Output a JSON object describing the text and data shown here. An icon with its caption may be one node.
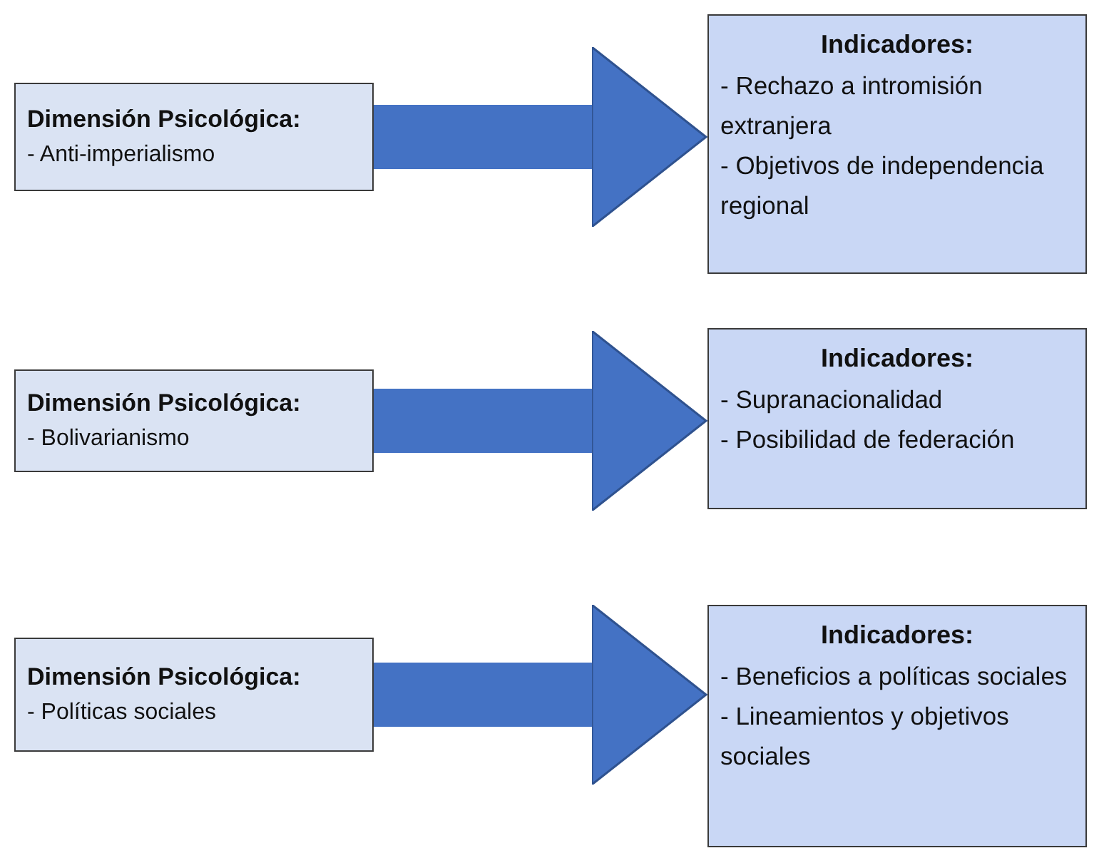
{
  "diagram": {
    "nodes": [
      {
        "text": [
          "Dimensión Psicológica:",
          "- Anti-imperialismo"
        ]
      },
      {
        "text": [
          "Indicadores:",
          "- Rechazo a intromisión extranjera",
          "- Objetivos de independencia regional"
        ]
      },
      {
        "text": [
          "Dimensión Psicológica:",
          "- Bolivarianismo"
        ]
      },
      {
        "text": [
          "Indicadores:",
          "- Supranacionalidad",
          "- Posibilidad de federación"
        ]
      },
      {
        "text": [
          "Dimensión Psicológica:",
          "- Políticas sociales"
        ]
      },
      {
        "text": [
          "Indicadores:",
          "- Beneficios a políticas sociales",
          "- Lineamientos y objetivos sociales"
        ]
      }
    ],
    "edges": [
      {
        "from": 0,
        "to": 1,
        "arrow": "to"
      },
      {
        "from": 2,
        "to": 3,
        "arrow": "to"
      },
      {
        "from": 4,
        "to": 5,
        "arrow": "to"
      }
    ]
  }
}
